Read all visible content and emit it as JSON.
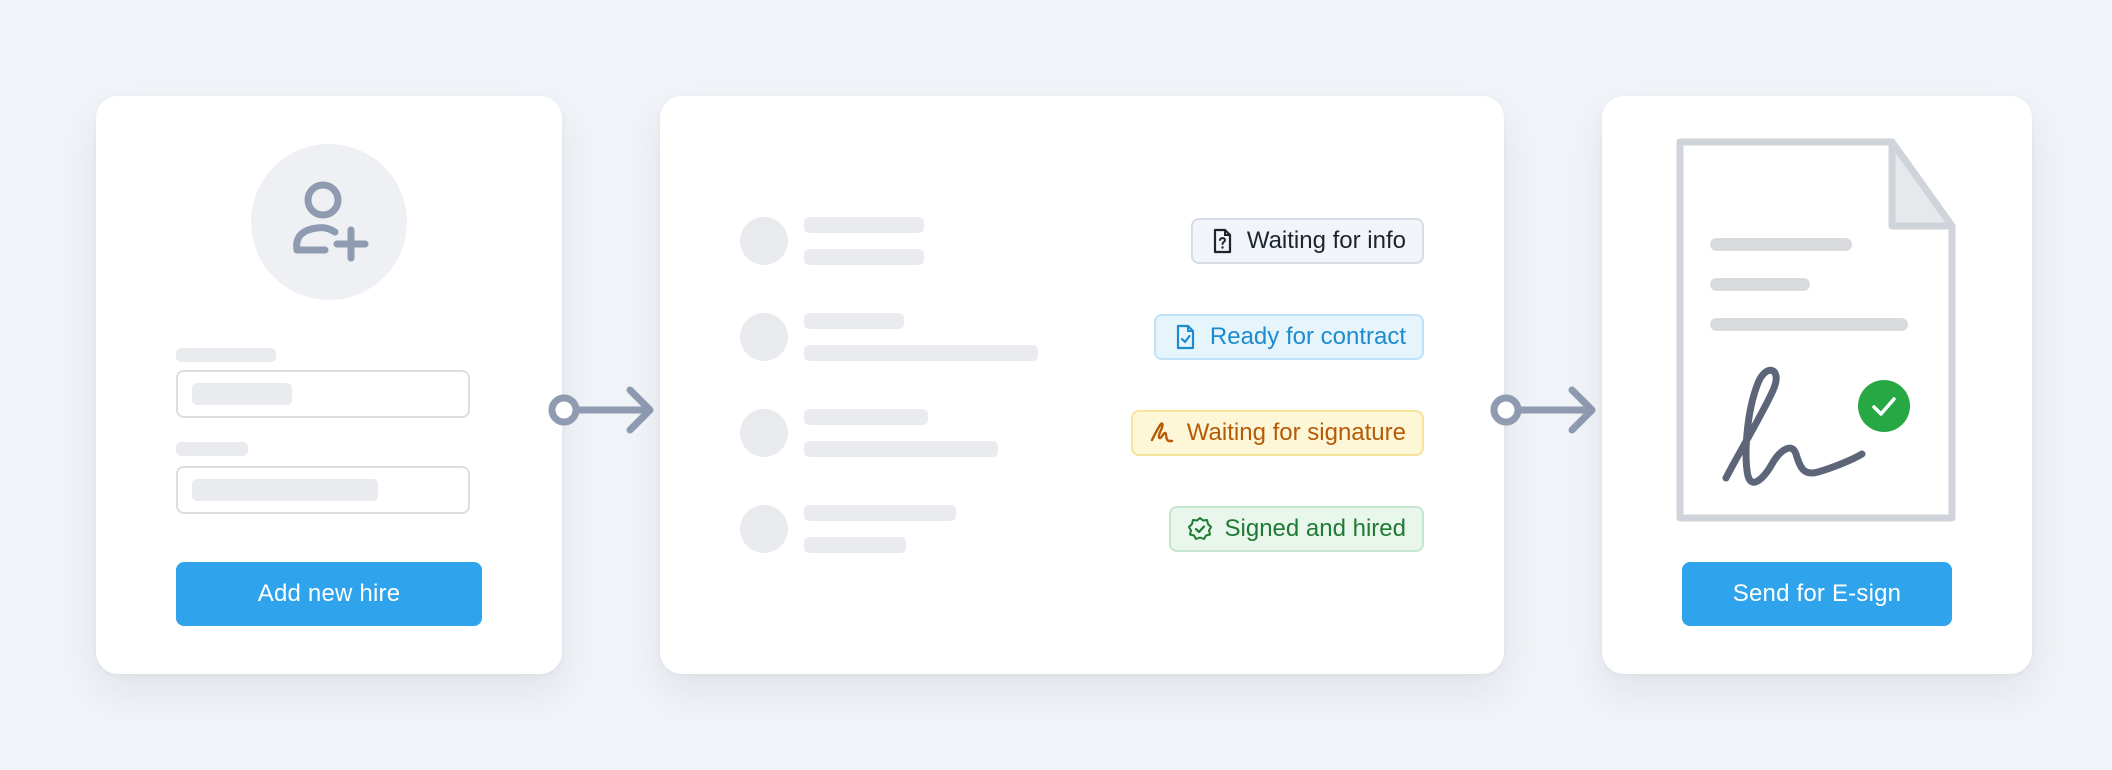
{
  "steps": {
    "left": {
      "icon": "user-plus-icon",
      "button_label": "Add new hire"
    },
    "middle": {
      "statuses": [
        {
          "label": "Waiting for info",
          "icon": "file-question-icon",
          "color": "#1d2430"
        },
        {
          "label": "Ready for contract",
          "icon": "file-check-icon",
          "color": "#1c8ccf"
        },
        {
          "label": "Waiting for signature",
          "icon": "signature-icon",
          "color": "#b65a06"
        },
        {
          "label": "Signed and hired",
          "icon": "badge-check-icon",
          "color": "#1f7a35"
        }
      ]
    },
    "right": {
      "icon": "signed-document-icon",
      "check_icon": "check-circle-icon",
      "button_label": "Send for E-sign"
    }
  },
  "connectors": [
    "arrow-right-icon",
    "arrow-right-icon"
  ],
  "colors": {
    "background": "#f0f3f7",
    "button": "#2fa4ec",
    "success": "#28a745",
    "icon_gray": "#8f9bb0"
  }
}
